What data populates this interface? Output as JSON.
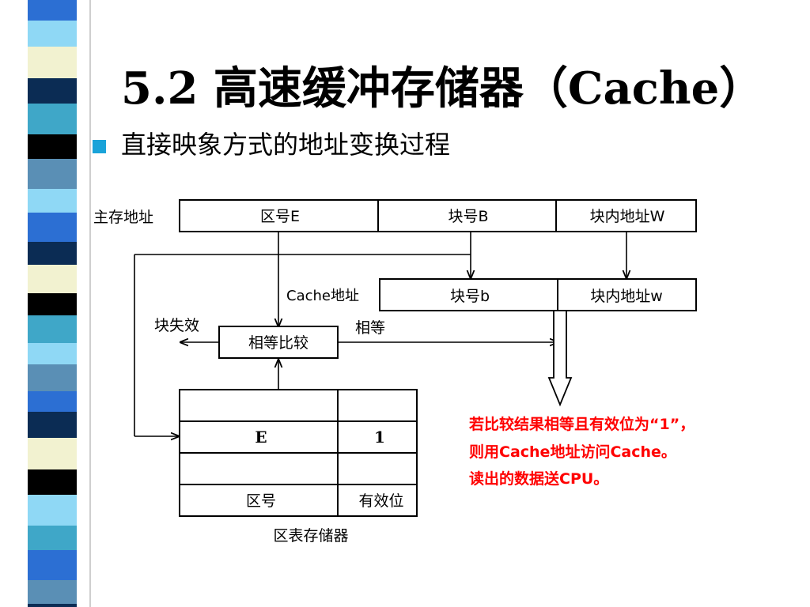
{
  "title": "5.2 高速缓冲存储器（Cache）",
  "bullet": "直接映象方式的地址变换过程",
  "diagram": {
    "main_addr_label": "主存地址",
    "main_addr_fields": [
      "区号E",
      "块号B",
      "块内地址W"
    ],
    "cache_addr_label": "Cache地址",
    "cache_addr_fields": [
      "块号b",
      "块内地址w"
    ],
    "compare_box": "相等比较",
    "miss_label": "块失效",
    "equal_label": "相等",
    "table_row_values": [
      "E",
      "1"
    ],
    "table_col_labels": [
      "区号",
      "有效位"
    ],
    "table_caption": "区表存储器"
  },
  "note": [
    "若比较结果相等且有效位为“1”，",
    "则用Cache地址访问Cache。",
    "读出的数据送CPU。"
  ],
  "colors": {
    "bullet": "#1aa3d9",
    "note_text": "#ff0000",
    "stripe": [
      "#2c6fd3",
      "#8fd8f5",
      "#f2f2d0",
      "#0b2c54",
      "#3fa7c8",
      "#000000",
      "#5a8fb5"
    ]
  }
}
